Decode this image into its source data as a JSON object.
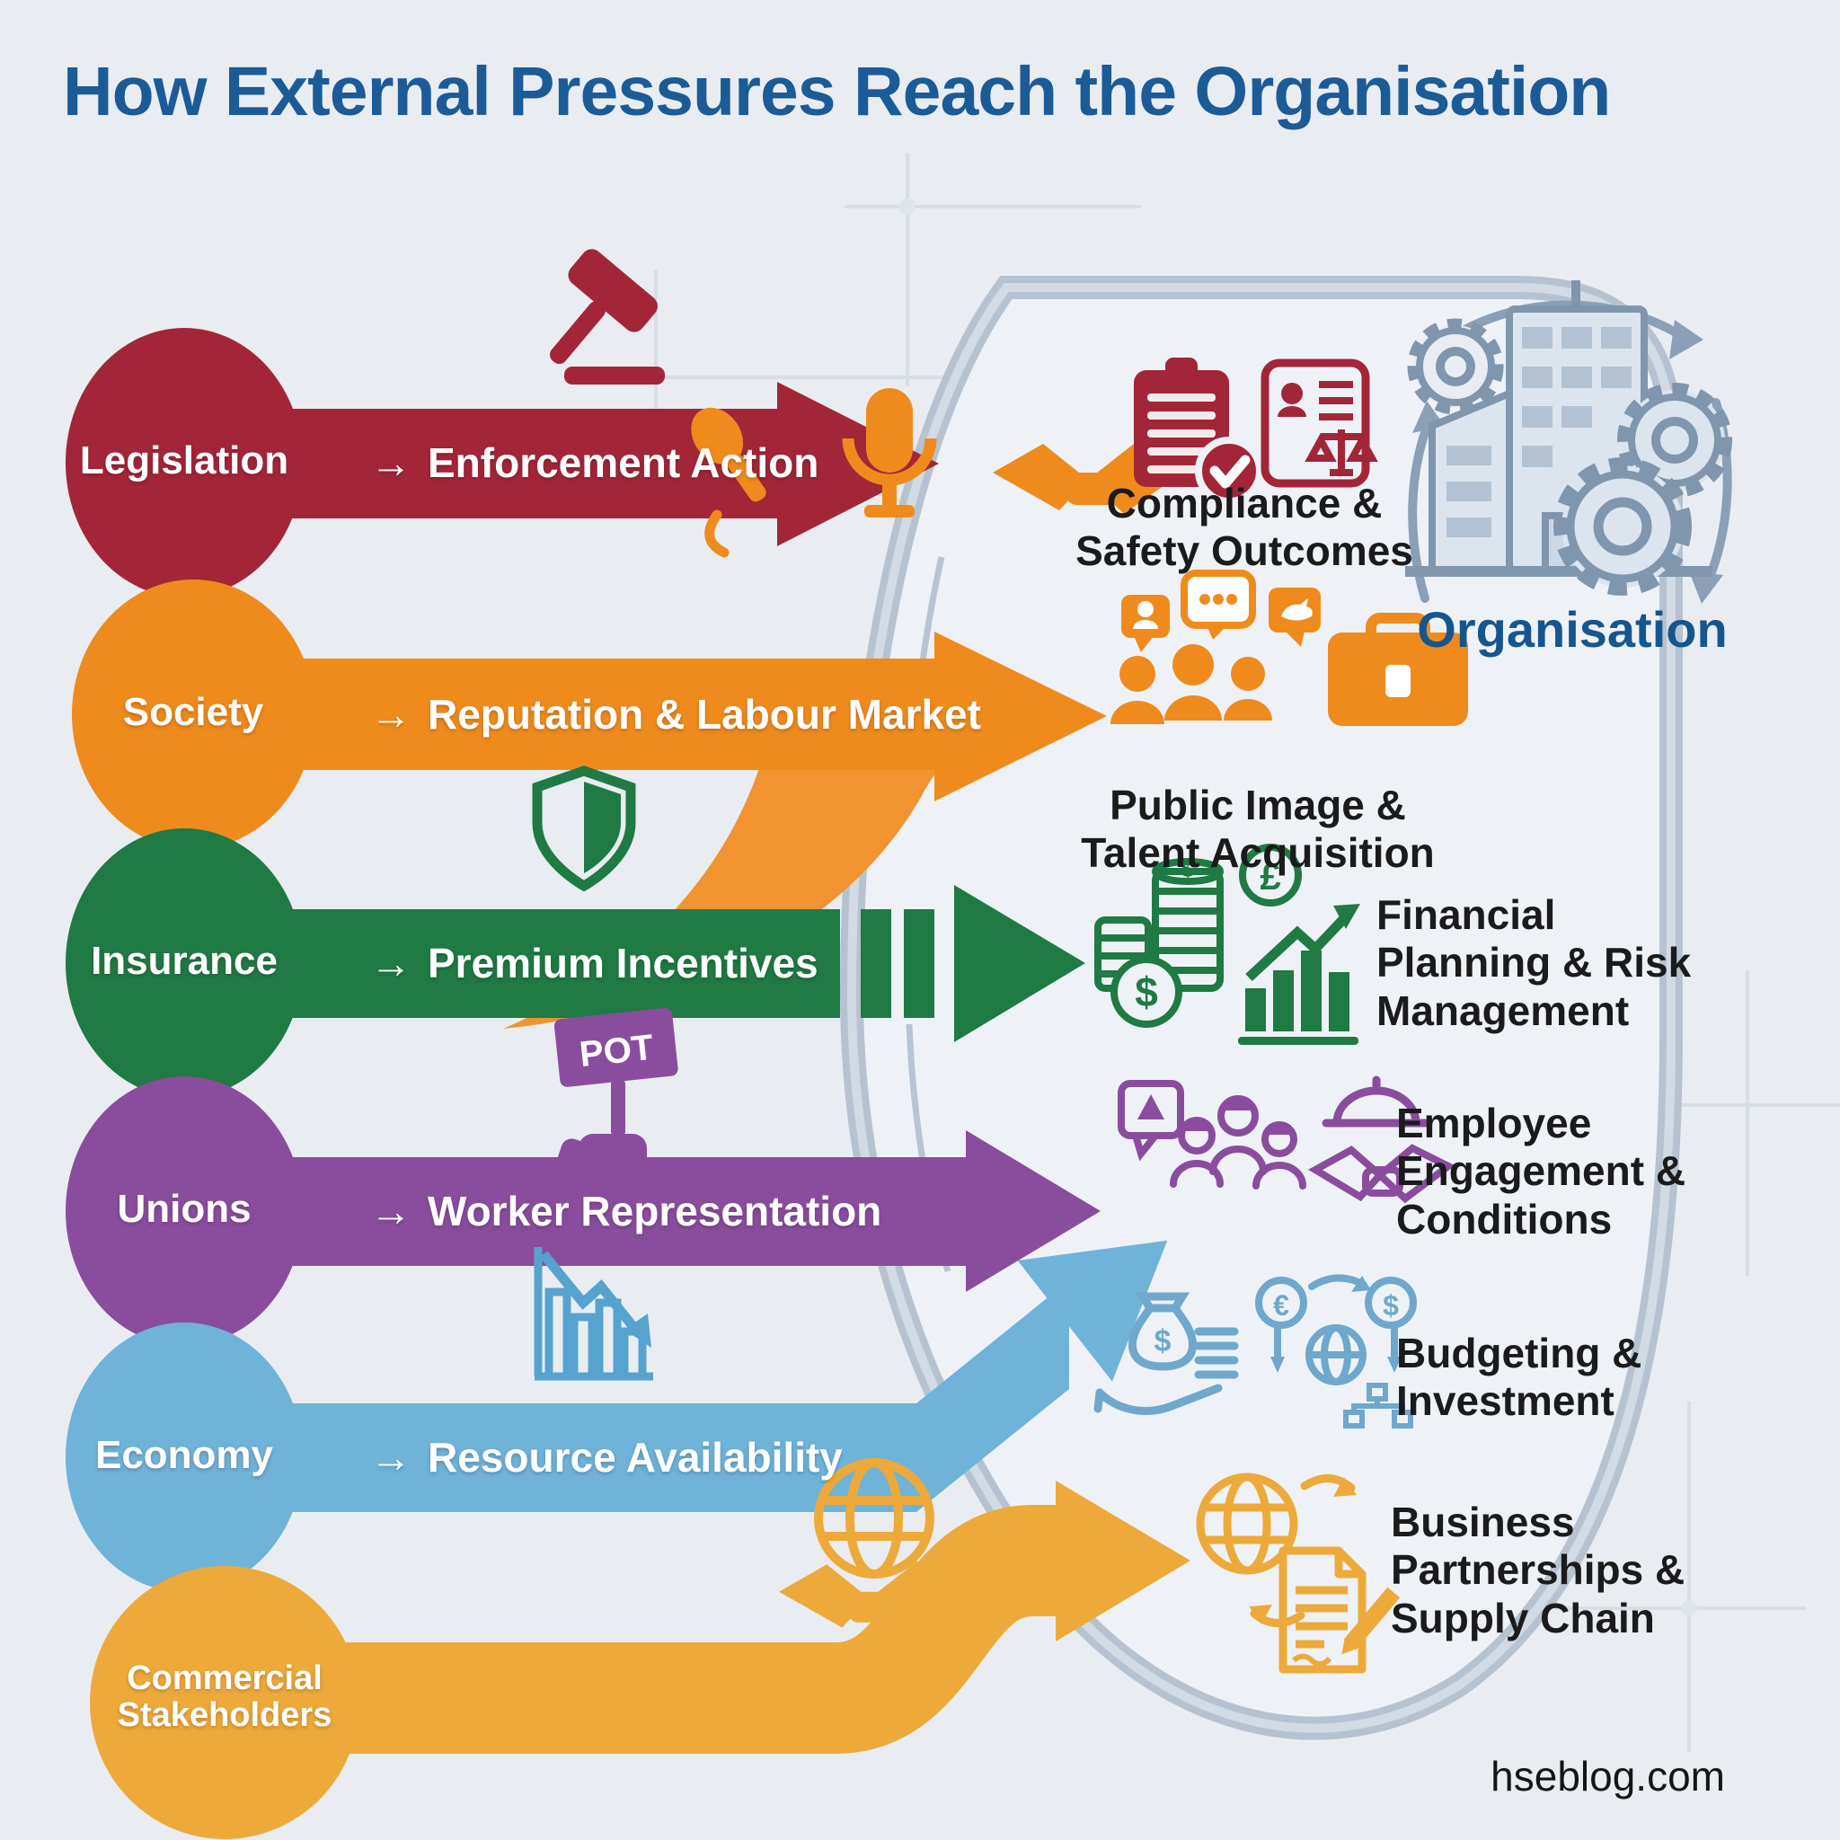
{
  "title": "How External Pressures Reach the Organisation",
  "watermark": "hseblog.com",
  "ui": {
    "arrow_glyph": "→"
  },
  "glyphs": {
    "dollar": "$",
    "pound": "£",
    "euro": "€"
  },
  "palette": {
    "background": "#e9edf2",
    "bubble_fill": "#eef2f7",
    "bubble_border": "#b7c2d0",
    "title_color": "#1b5b97",
    "outcome_text_color": "#1b1b1b"
  },
  "organisation": {
    "label": "Organisation",
    "icon": "building-gears-icon"
  },
  "rows": [
    {
      "source": "Legislation",
      "mechanism": "Enforcement Action",
      "color": "#a32638",
      "icon": "gavel-icon",
      "outcome": {
        "title": "Compliance & Safety Outcomes",
        "icons": [
          "clipboard-check-icon",
          "scroll-scales-icon"
        ]
      }
    },
    {
      "source": "Society",
      "mechanism": "Reputation & Labour Market",
      "color": "#ef8b1d",
      "icon": "microphones-handshake-icon",
      "outcome": {
        "title": "Public Image & Talent Acquisition",
        "icons": [
          "social-crowd-icon",
          "briefcase-icon"
        ]
      }
    },
    {
      "source": "Insurance",
      "mechanism": "Premium Incentives",
      "color": "#1f7a44",
      "icon": "shield-icon",
      "outcome": {
        "title": "Financial Planning & Risk Management",
        "icons": [
          "coins-icon",
          "growth-chart-icon"
        ]
      }
    },
    {
      "source": "Unions",
      "mechanism": "Worker Representation",
      "color": "#8a4d9e",
      "icon": "protest-sign-icon",
      "sign_text": "POT",
      "outcome": {
        "title": "Employee Engagement & Conditions",
        "icons": [
          "workers-icon",
          "hardhat-handshake-icon"
        ]
      }
    },
    {
      "source": "Economy",
      "mechanism": "Resource Availability",
      "color": "#6fb3d9",
      "icon": "declining-chart-icon",
      "outcome": {
        "title": "Budgeting & Investment",
        "icons": [
          "money-hand-icon",
          "currency-exchange-icon"
        ]
      }
    },
    {
      "source": "Commercial Stakeholders",
      "mechanism": "",
      "color": "#edaa3a",
      "icon": "globe-handshake-icon",
      "outcome": {
        "title": "Business Partnerships & Supply Chain",
        "icons": [
          "globe-sync-icon",
          "contract-icon"
        ]
      }
    }
  ]
}
